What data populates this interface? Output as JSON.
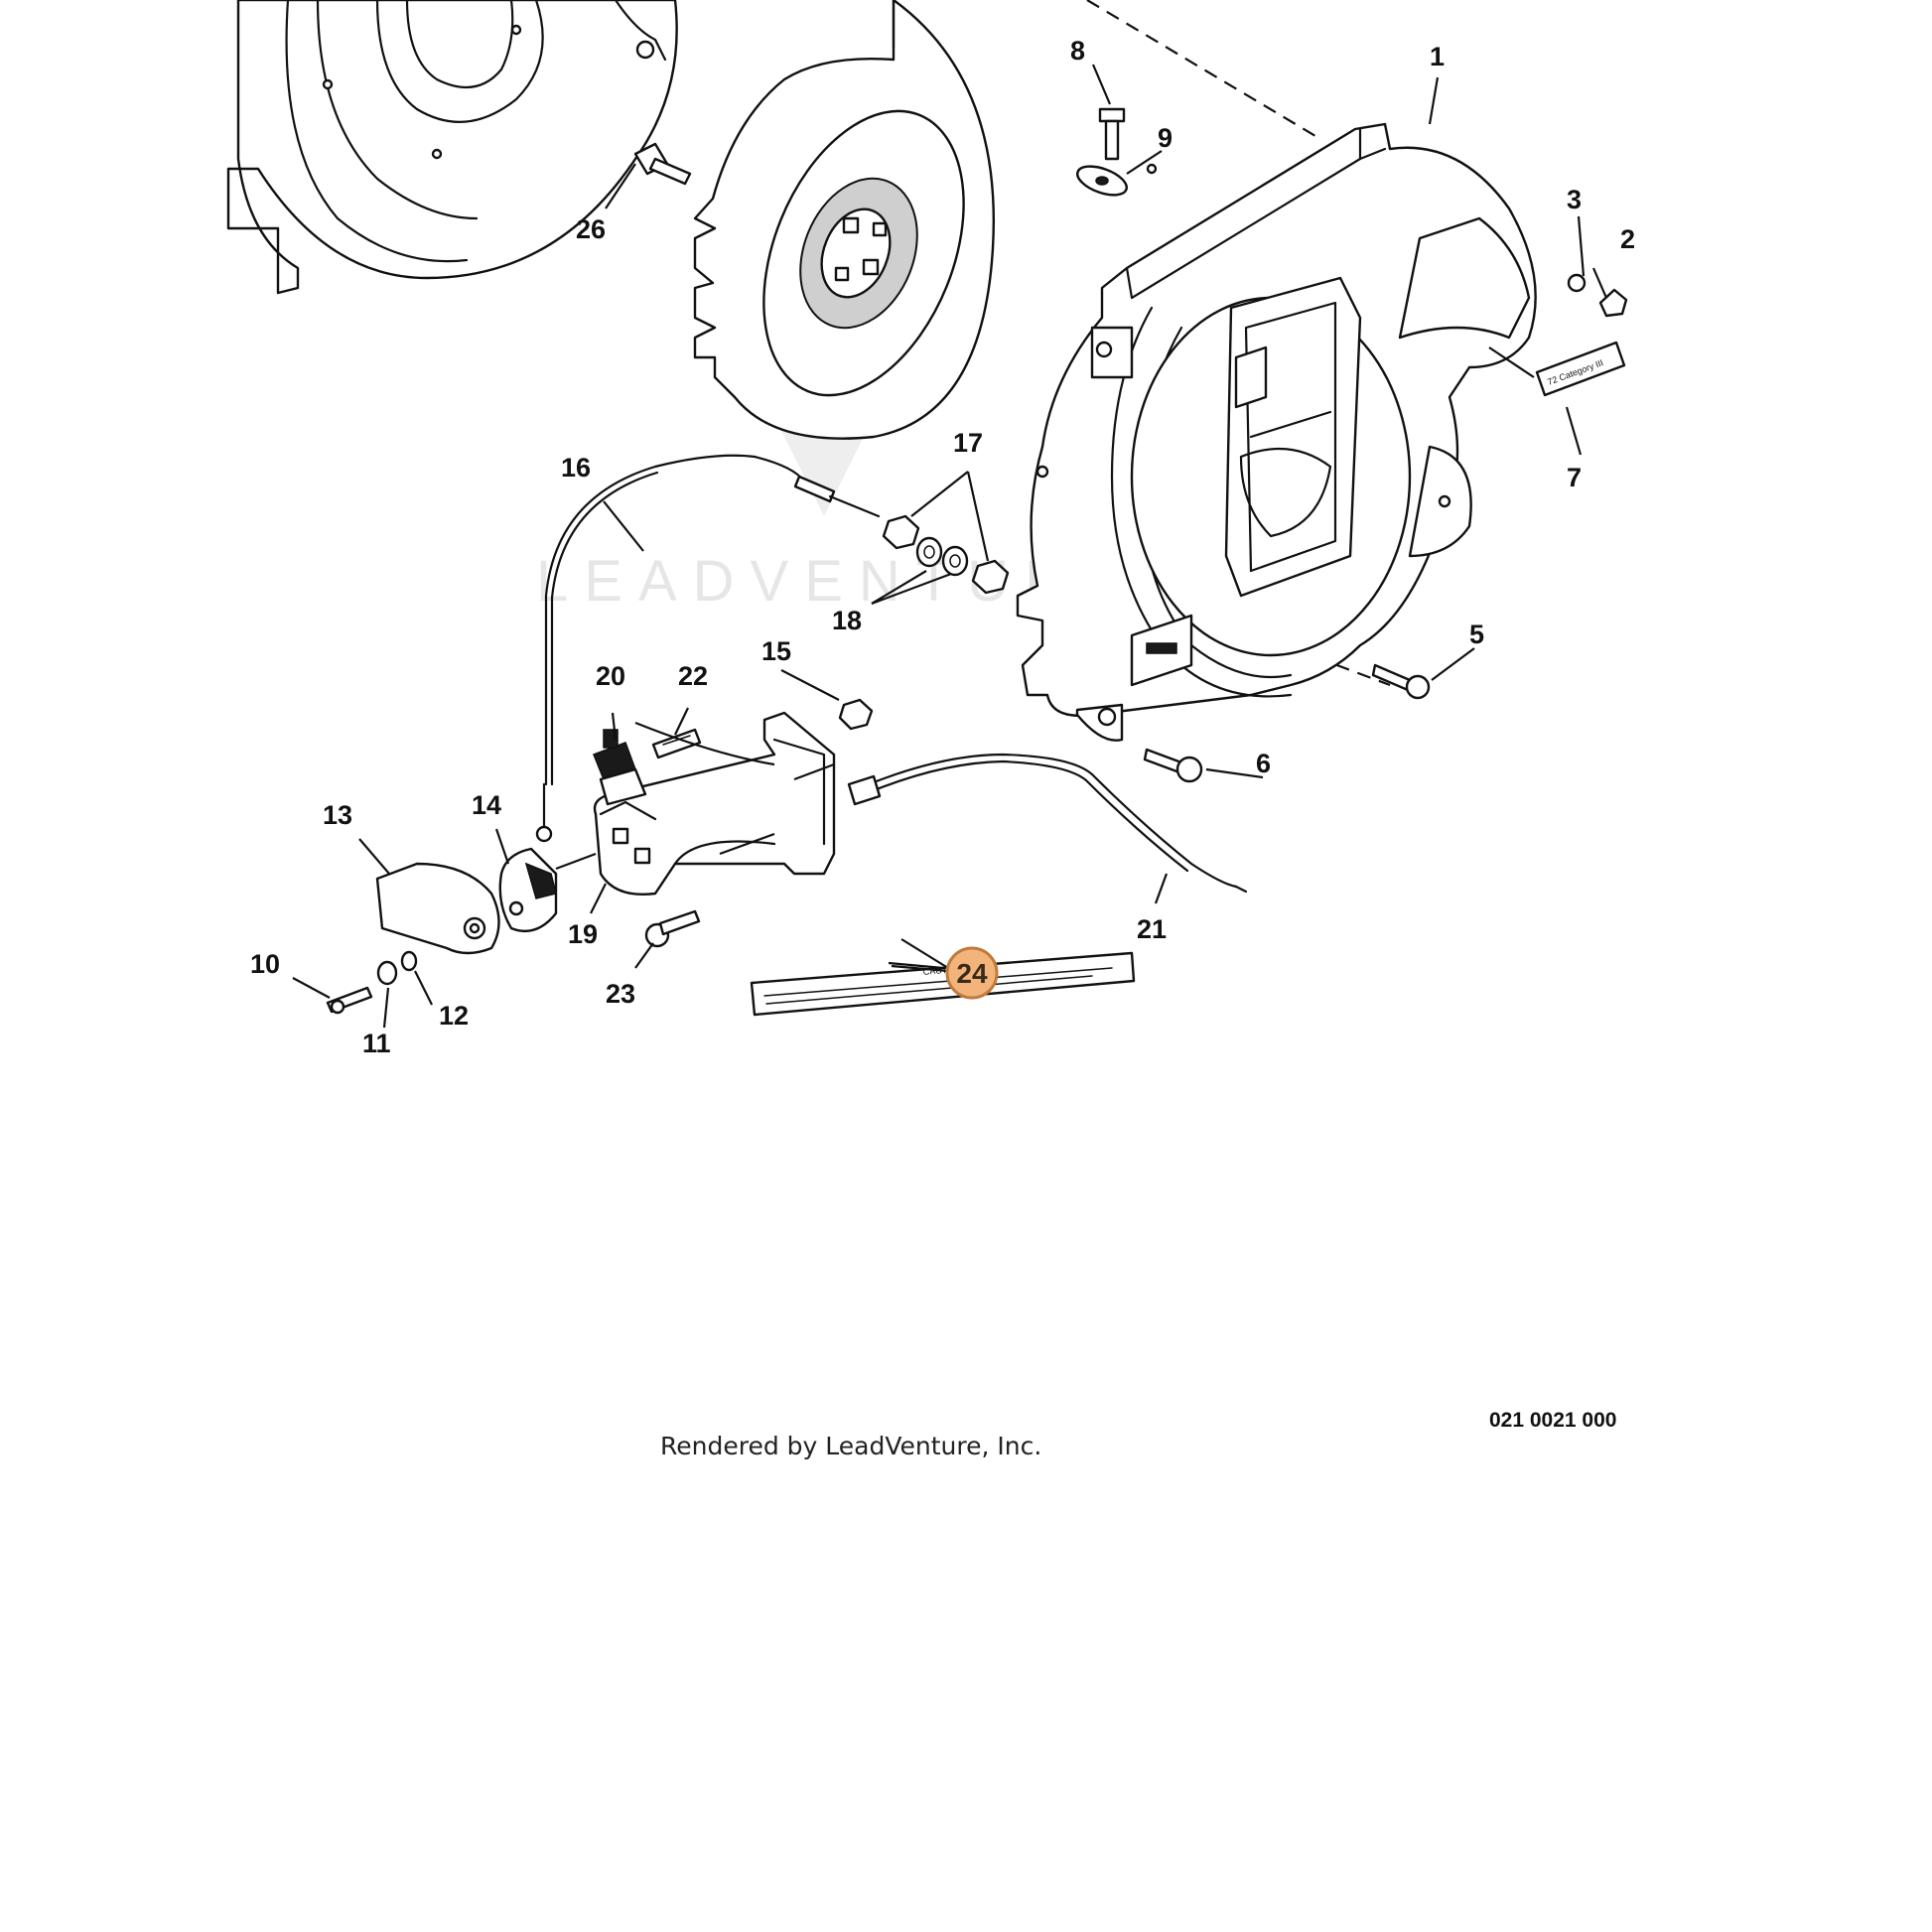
{
  "diagram": {
    "part_numbers": [
      "1",
      "2",
      "3",
      "5",
      "6",
      "7",
      "8",
      "9",
      "10",
      "11",
      "12",
      "13",
      "14",
      "15",
      "16",
      "17",
      "18",
      "19",
      "20",
      "21",
      "22",
      "23",
      "24",
      "26"
    ],
    "highlighted_part": "24",
    "highlight_color": "#f2b47a",
    "watermark_text": "LEADVENTURE",
    "label_7_text": "72 Category III",
    "caution_label_text": "CAUTION"
  },
  "footer": {
    "drawing_code": "021 0021 000",
    "rendered_by": "Rendered by LeadVenture, Inc."
  }
}
